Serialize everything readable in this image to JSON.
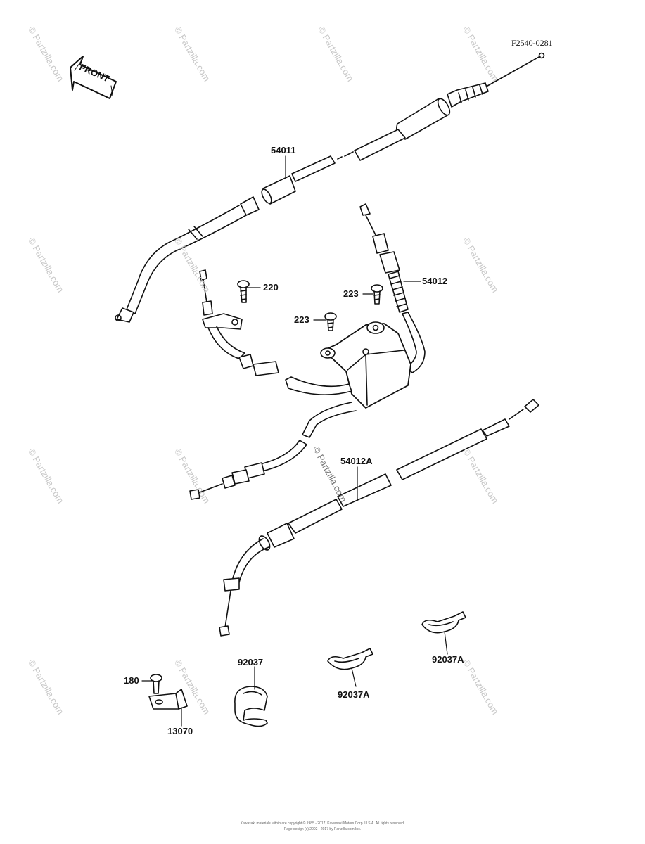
{
  "figure_code": "F2540-0281",
  "front_label": "FRONT",
  "watermark": "© Partzilla.com",
  "parts": [
    {
      "id": "p-54011",
      "number": "54011"
    },
    {
      "id": "p-54012",
      "number": "54012"
    },
    {
      "id": "p-54012A",
      "number": "54012A"
    },
    {
      "id": "p-220",
      "number": "220"
    },
    {
      "id": "p-223a",
      "number": "223"
    },
    {
      "id": "p-223b",
      "number": "223"
    },
    {
      "id": "p-180",
      "number": "180"
    },
    {
      "id": "p-13070",
      "number": "13070"
    },
    {
      "id": "p-92037",
      "number": "92037"
    },
    {
      "id": "p-92037A-left",
      "number": "92037A"
    },
    {
      "id": "p-92037A-right",
      "number": "92037A"
    }
  ],
  "footer": {
    "line1": "Kawasaki materials within are copyright © 1985 - 2017, Kawasaki Motors Corp. U.S.A. All rights reserved.",
    "line2": "Page design (c) 2002 - 2017 by Partzilla.com Inc."
  }
}
